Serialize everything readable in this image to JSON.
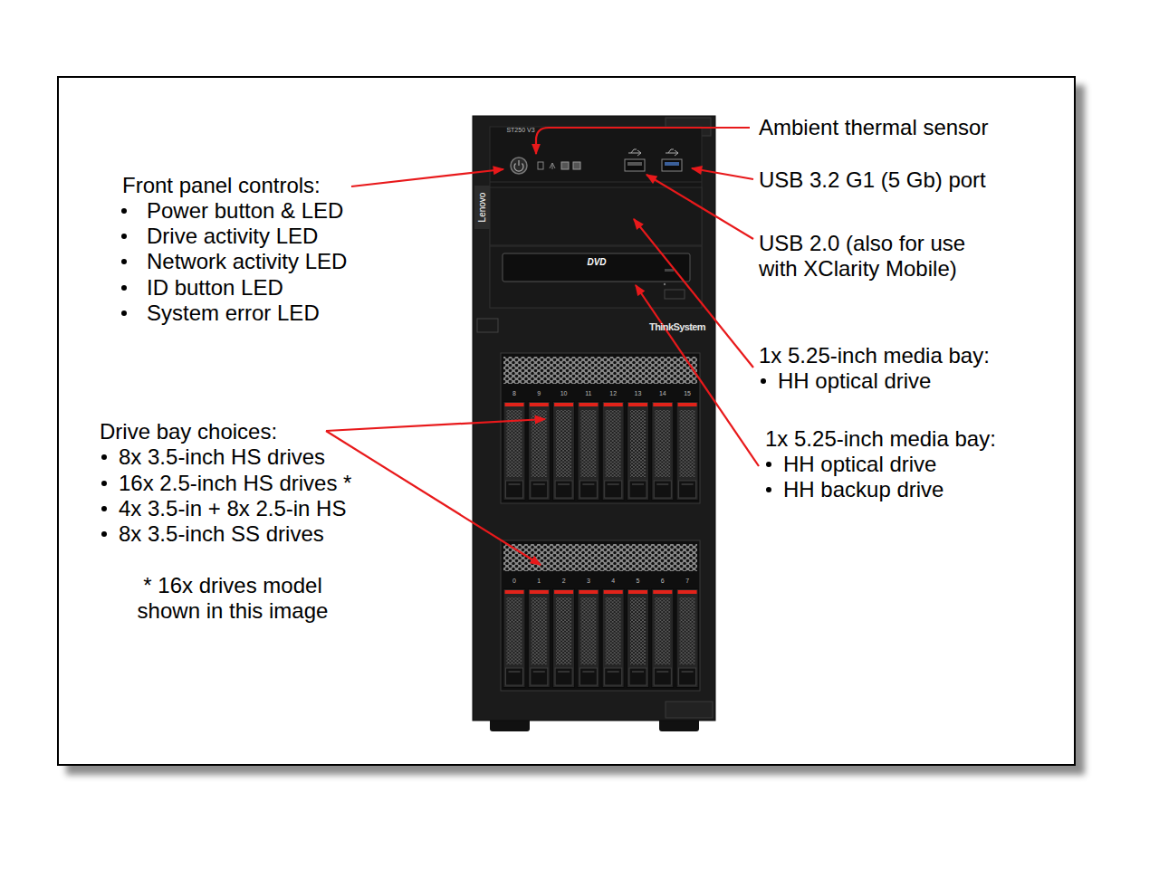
{
  "diagram": {
    "labels": [
      "Front panel controls:",
      "Power button & LED",
      "Drive activity LED",
      "Network activity LED",
      "ID button LED",
      "System error LED",
      "Drive bay choices:",
      "8x 3.5-inch HS drives",
      "16x 2.5-inch HS drives *",
      "4x 3.5-in + 8x 2.5-in HS",
      "8x 3.5-inch SS drives",
      "* 16x drives model shown in this image",
      "Ambient thermal sensor",
      "USB 3.2 G1 (5 Gb) port",
      "USB 2.0 (also for use with XClarity Mobile)",
      "1x 5.25-inch media bay:",
      "HH optical drive",
      "1x 5.25-inch media bay:",
      "HH optical drive",
      "HH backup drive",
      "ST250 V3",
      "Lenovo",
      "DVD",
      "ThinkSystem",
      "8",
      "9",
      "10",
      "11",
      "12",
      "13",
      "14",
      "15",
      "0",
      "1",
      "2",
      "3",
      "4",
      "5",
      "6",
      "7"
    ]
  }
}
